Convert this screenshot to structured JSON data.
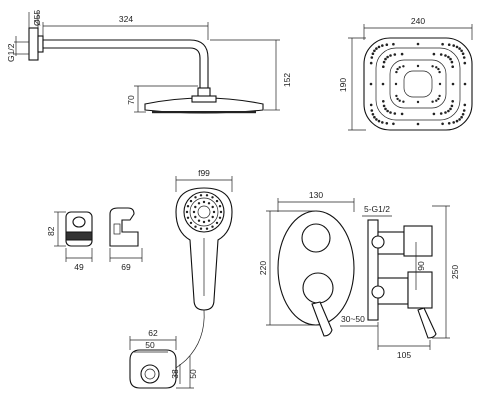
{
  "dimensions": {
    "arm_length": "324",
    "wall_flange_dia": "Ø55",
    "wall_thread": "G1/2",
    "arm_drop": "152",
    "head_height": "70",
    "head_width": "240",
    "head_depth": "190",
    "hand_shower_dia": "f99",
    "holder_height": "82",
    "holder_width": "49",
    "holder_side": "69",
    "plate_width": "130",
    "plate_height": "220",
    "outlets": "5-G1/2",
    "valve_90": "90",
    "valve_250": "250",
    "valve_depth": "30~50",
    "valve_105": "105",
    "elbow_62": "62",
    "elbow_50_top": "50",
    "elbow_38": "38",
    "elbow_50_side": "50"
  }
}
